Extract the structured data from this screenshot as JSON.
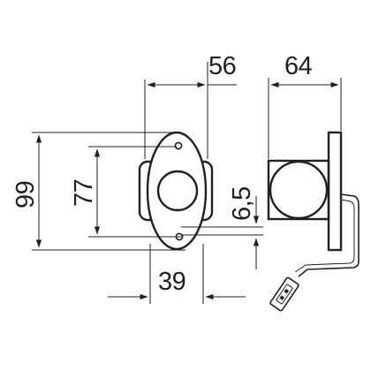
{
  "dimensions": {
    "front_width": "56",
    "side_width": "64",
    "total_height": "99",
    "oval_height": "77",
    "lens_offset": "6,5",
    "base_width": "39"
  },
  "colors": {
    "line": "#231f20",
    "background": "#ffffff"
  }
}
